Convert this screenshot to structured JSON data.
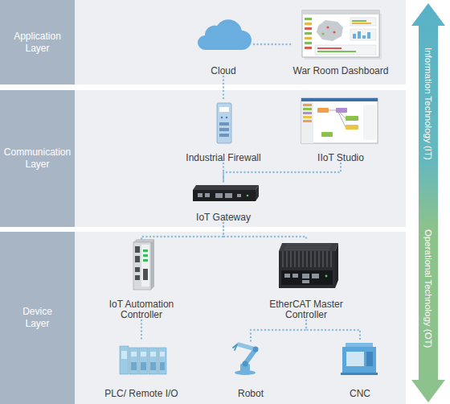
{
  "diagram": {
    "nodes": [
      {
        "text": [
          "Application Layer"
        ]
      },
      {
        "text": [
          "Cloud"
        ],
        "in": 0
      },
      {
        "text": [
          "War Room Dashboard"
        ],
        "in": 0
      },
      {
        "text": [
          "Communication Layer"
        ]
      },
      {
        "text": [
          "Industrial Firewall"
        ],
        "in": 3
      },
      {
        "text": [
          "IIoT Studio"
        ],
        "in": 3
      },
      {
        "text": [
          "IoT Gateway"
        ],
        "in": 3
      },
      {
        "text": [
          "Device Layer"
        ]
      },
      {
        "text": [
          "IoT Automation Controller"
        ],
        "in": 7
      },
      {
        "text": [
          "EtherCAT Master Controller"
        ],
        "in": 7
      },
      {
        "text": [
          "PLC/ Remote I/O"
        ],
        "in": 7
      },
      {
        "text": [
          "Robot"
        ],
        "in": 7
      },
      {
        "text": [
          "CNC"
        ],
        "in": 7
      },
      {
        "text": [
          "Information Technology (IT)",
          "Operational Technology (OT)"
        ]
      }
    ],
    "edges": [
      {
        "from": 1,
        "to": 2,
        "arrow": "none"
      },
      {
        "from": 1,
        "to": 4,
        "arrow": "none"
      },
      {
        "from": 4,
        "to": 6,
        "arrow": "none"
      },
      {
        "from": 5,
        "to": 6,
        "arrow": "none"
      },
      {
        "from": 6,
        "to": 8,
        "arrow": "none"
      },
      {
        "from": 6,
        "to": 9,
        "arrow": "none"
      },
      {
        "from": 8,
        "to": 10,
        "arrow": "none"
      },
      {
        "from": 9,
        "to": 11,
        "arrow": "none"
      },
      {
        "from": 9,
        "to": 12,
        "arrow": "none"
      }
    ]
  }
}
